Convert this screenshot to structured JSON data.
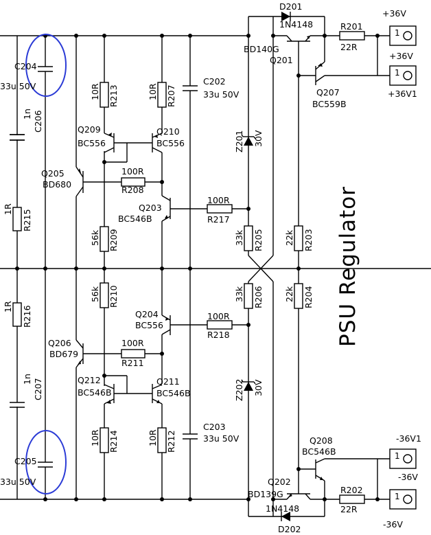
{
  "title": "PSU Regulator",
  "connectors": {
    "plus36v": "+36V",
    "plus36v1": "+36V1",
    "minus36v": "-36V",
    "minus36v1": "-36V1",
    "pin": "1"
  },
  "labels": {
    "c204": "C204",
    "c204_value": "33u 50V",
    "c205": "C205",
    "c205_value": "33u 50V",
    "c206": "C206",
    "c206_value": "1n",
    "c207": "C207",
    "c207_value": "1n",
    "r215": "R215",
    "r215_value": "1R",
    "r216": "R216",
    "r216_value": "1R",
    "r213": "R213",
    "r213_value": "10R",
    "r207": "R207",
    "r207_value": "10R",
    "r209": "R209",
    "r209_value": "56k",
    "r210": "R210",
    "r210_value": "56k",
    "r214": "R214",
    "r214_value": "10R",
    "r212": "R212",
    "r212_value": "10R",
    "q209": "Q209",
    "q209_type": "BC556",
    "q210": "Q210",
    "q210_type": "BC556",
    "q205": "Q205",
    "q205_type": "BD680",
    "r208": "R208",
    "r208_value": "100R",
    "q203": "Q203",
    "q203_type": "BC546B",
    "r217": "R217",
    "r217_value": "100R",
    "c202": "C202",
    "c202_value": "33u 50V",
    "q204": "Q204",
    "q204_type": "BC556",
    "r218": "R218",
    "r218_value": "100R",
    "q206": "Q206",
    "q206_type": "BD679",
    "r211": "R211",
    "r211_value": "100R",
    "q212": "Q212",
    "q212_type": "BC546B",
    "q211": "Q211",
    "q211_type": "BC546B",
    "c203": "C203",
    "c203_value": "33u 50V",
    "z201": "Z201",
    "z201_value": "30V",
    "z202": "Z202",
    "z202_value": "30V",
    "r205": "R205",
    "r205_value": "33k",
    "r206": "R206",
    "r206_value": "33k",
    "r203": "R203",
    "r203_value": "22k",
    "r204": "R204",
    "r204_value": "22k",
    "d201": "D201",
    "d201_type": "1N4148",
    "q201": "Q201",
    "q201_type": "BD140G",
    "r201": "R201",
    "r201_value": "22R",
    "q207": "Q207",
    "q207_type": "BC559B",
    "q208": "Q208",
    "q208_type": "BC546B",
    "q202": "Q202",
    "q202_type": "BD139G",
    "r202": "R202",
    "r202_value": "22R",
    "d202": "D202",
    "d202_type": "1N4148"
  }
}
